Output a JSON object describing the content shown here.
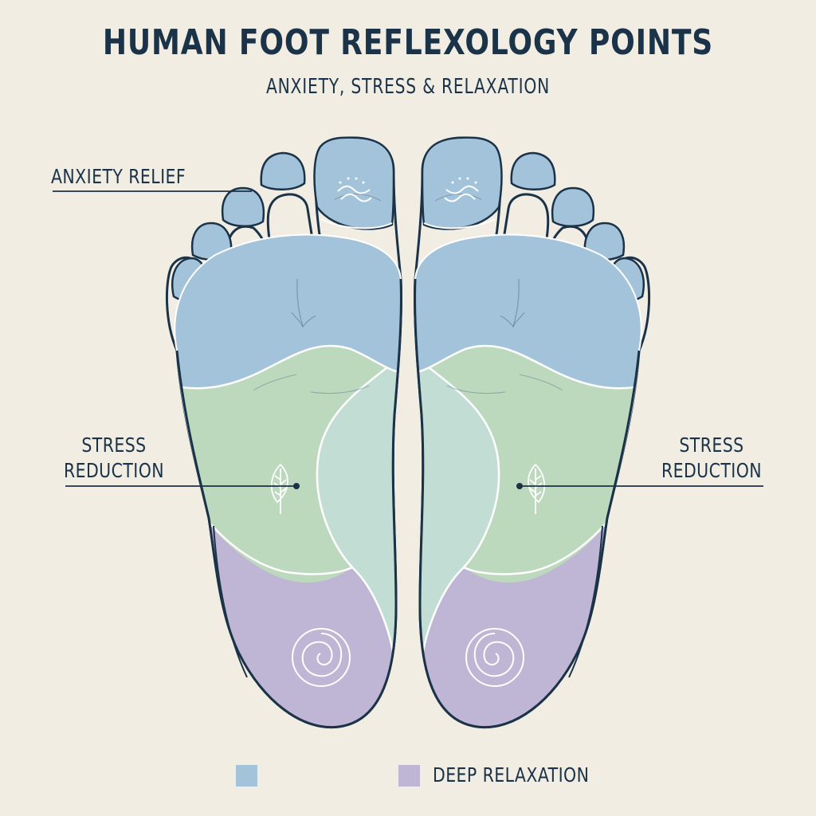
{
  "header": {
    "title": "HUMAN FOOT REFLEXOLOGY POINTS",
    "subtitle": "ANXIETY, STRESS & RELAXATION"
  },
  "callouts": {
    "anxiety": "ANXIETY RELIEF",
    "stress_left": {
      "line1": "STRESS",
      "line2": "REDUCTION"
    },
    "stress_right": {
      "line1": "STRESS",
      "line2": "REDUCTION"
    }
  },
  "zones": [
    {
      "name": "anxiety-relief-zone",
      "color": "#a3c3da",
      "region": "toes and ball of foot"
    },
    {
      "name": "stress-reduction-zone",
      "color": "#bcd9bd",
      "region": "mid arch"
    },
    {
      "name": "inner-arch-zone",
      "color": "#c2ddd3",
      "region": "inner arch"
    },
    {
      "name": "deep-relaxation-zone",
      "color": "#bfb5d4",
      "region": "heel"
    }
  ],
  "icons": {
    "big_toe": "wave-icon",
    "arch": "leaf-icon",
    "heel": "spiral-icon"
  },
  "legend": [
    {
      "color": "#a3c3da",
      "label": ""
    },
    {
      "color": "#bfb5d4",
      "label": "DEEP RELAXATION"
    }
  ],
  "colors": {
    "background": "#f2ede3",
    "outline": "#1b3348",
    "text": "#1b3348"
  }
}
